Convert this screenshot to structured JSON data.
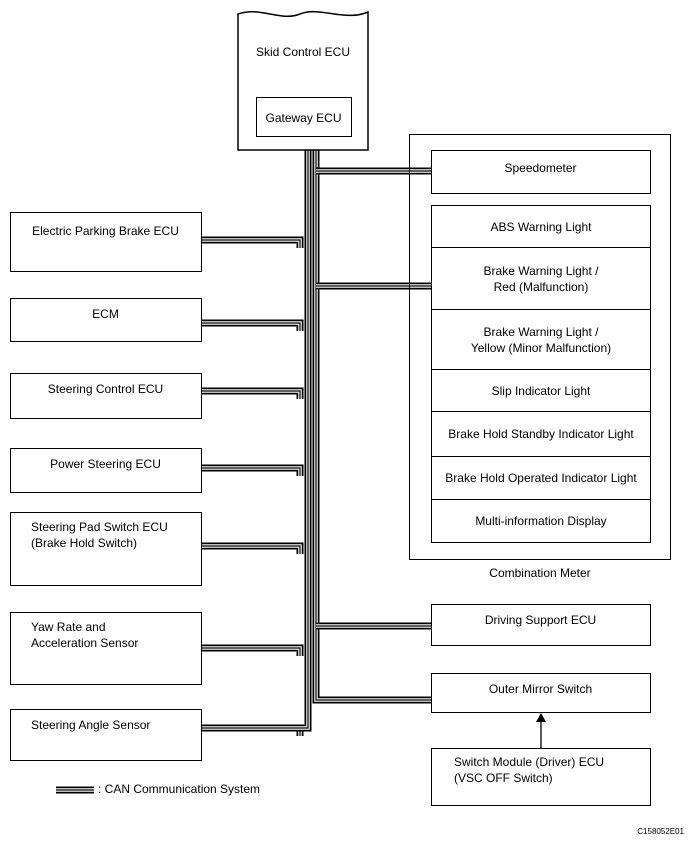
{
  "skid_control": {
    "title": "Skid Control ECU",
    "gateway": "Gateway ECU"
  },
  "left_ecus": [
    {
      "name": "electric-parking-brake-ecu",
      "label": "Electric Parking Brake ECU"
    },
    {
      "name": "ecm",
      "label": "ECM"
    },
    {
      "name": "steering-control-ecu",
      "label": "Steering Control ECU"
    },
    {
      "name": "power-steering-ecu",
      "label": "Power Steering ECU"
    },
    {
      "name": "steering-pad-switch-ecu",
      "label": "Steering Pad Switch ECU\n(Brake Hold Switch)"
    },
    {
      "name": "yaw-rate-sensor",
      "label": "Yaw Rate and\nAcceleration Sensor"
    },
    {
      "name": "steering-angle-sensor",
      "label": "Steering Angle Sensor"
    }
  ],
  "speedometer": "Speedometer",
  "combination_meter": {
    "title": "Combination Meter",
    "items": [
      "ABS Warning Light",
      "Brake Warning Light /\nRed (Malfunction)",
      "Brake Warning Light /\nYellow (Minor Malfunction)",
      "Slip Indicator Light",
      "Brake Hold Standby Indicator Light",
      "Brake Hold Operated Indicator Light",
      "Multi-information Display"
    ]
  },
  "driving_support": "Driving Support ECU",
  "outer_mirror": "Outer Mirror Switch",
  "switch_module": "Switch Module (Driver) ECU\n(VSC OFF Switch)",
  "legend": {
    "text": ": CAN Communication System"
  },
  "figure_id": "C158052E01"
}
